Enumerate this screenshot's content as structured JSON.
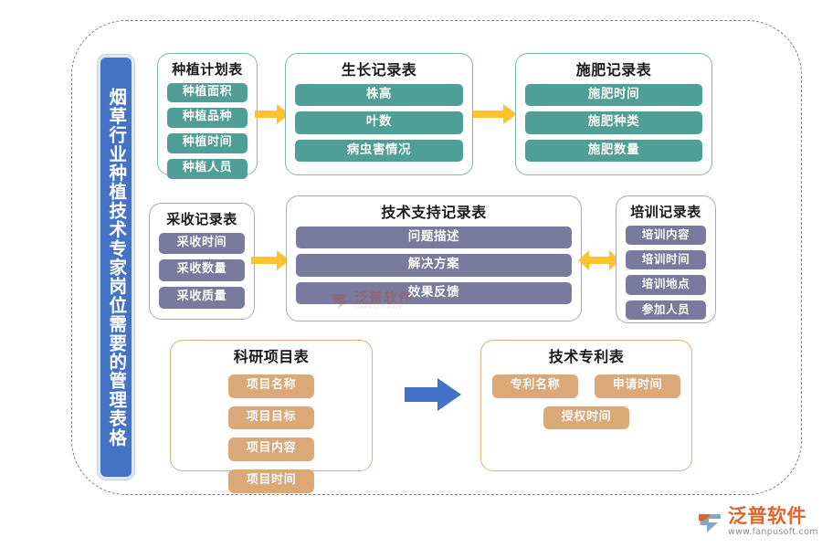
{
  "diagram": {
    "vertical_title": "烟草行业种植技术专家岗位需要的管理表格",
    "colors": {
      "title_bar_blue": "#4472c4",
      "teal_pill": "#4f9f97",
      "teal_border": "#7fb9b3",
      "purple_pill": "#7a7a9e",
      "purple_border": "#a9a9bf",
      "tan_pill": "#dba878",
      "tan_border": "#dcb184",
      "arrow_yellow": "#fdc22c",
      "arrow_blue": "#4272c8",
      "frame_dashed": "#7b7f87"
    },
    "cards": {
      "planting_plan": {
        "title": "种植计划表",
        "fields": [
          "种植面积",
          "种植品种",
          "种植时间",
          "种植人员"
        ]
      },
      "growth_record": {
        "title": "生长记录表",
        "fields": [
          "株高",
          "叶数",
          "病虫害情况"
        ]
      },
      "fertilizer_record": {
        "title": "施肥记录表",
        "fields": [
          "施肥时间",
          "施肥种类",
          "施肥数量"
        ]
      },
      "harvest_record": {
        "title": "采收记录表",
        "fields": [
          "采收时间",
          "采收数量",
          "采收质量"
        ]
      },
      "tech_support_record": {
        "title": "技术支持记录表",
        "fields": [
          "问题描述",
          "解决方案",
          "效果反馈"
        ]
      },
      "training_record": {
        "title": "培训记录表",
        "fields": [
          "培训内容",
          "培训时间",
          "培训地点",
          "参加人员"
        ]
      },
      "research_project": {
        "title": "科研项目表",
        "fields": [
          "项目名称",
          "项目目标",
          "项目内容",
          "项目时间"
        ]
      },
      "tech_patent": {
        "title": "技术专利表",
        "fields": [
          "专利名称",
          "申请时间",
          "授权时间"
        ]
      }
    },
    "arrows": [
      {
        "name": "arrow-plan-growth",
        "from": "种植计划表",
        "to": "生长记录表",
        "style": "single-right",
        "color": "#fdc22c"
      },
      {
        "name": "arrow-growth-fert",
        "from": "生长记录表",
        "to": "施肥记录表",
        "style": "single-right",
        "color": "#fdc22c"
      },
      {
        "name": "arrow-harvest-tech",
        "from": "采收记录表",
        "to": "技术支持记录表",
        "style": "single-right",
        "color": "#fdc22c"
      },
      {
        "name": "arrow-tech-train",
        "from": "技术支持记录表",
        "to": "培训记录表",
        "style": "double",
        "color": "#fdc22c"
      },
      {
        "name": "arrow-research-pat",
        "from": "科研项目表",
        "to": "技术专利表",
        "style": "single-right",
        "color": "#4272c8"
      }
    ]
  },
  "watermark": {
    "center_text": "泛普软件",
    "center_sub": "FANPU SOFTWARE"
  },
  "brand": {
    "name": "泛普软件",
    "url": "www.fanpusoft.com",
    "icon": "fanpu-logo-icon"
  }
}
